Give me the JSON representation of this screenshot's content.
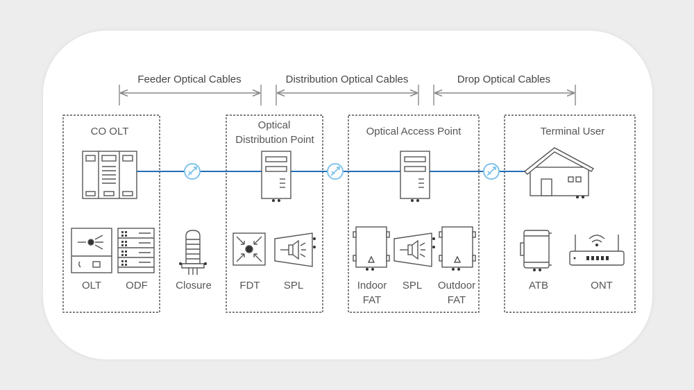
{
  "spans": {
    "feeder": "Feeder Optical Cables",
    "distribution": "Distribution Optical Cables",
    "drop": "Drop Optical Cables"
  },
  "boxes": {
    "co_olt": {
      "title": "CO OLT",
      "items": [
        "OLT",
        "ODF"
      ]
    },
    "closure": {
      "label": "Closure"
    },
    "odp": {
      "title_line1": "Optical",
      "title_line2": "Distribution Point",
      "items": [
        "FDT",
        "SPL"
      ]
    },
    "oap": {
      "title": "Optical Access Point",
      "items": [
        "Indoor",
        "FAT",
        "SPL",
        "Outdoor",
        "FAT"
      ]
    },
    "terminal": {
      "title": "Terminal User",
      "items": [
        "ATB",
        "ONT"
      ]
    }
  },
  "colors": {
    "cable": "#1f6fb5",
    "connector": "#7fc3ea",
    "border": "#333333",
    "icon": "#555555"
  }
}
